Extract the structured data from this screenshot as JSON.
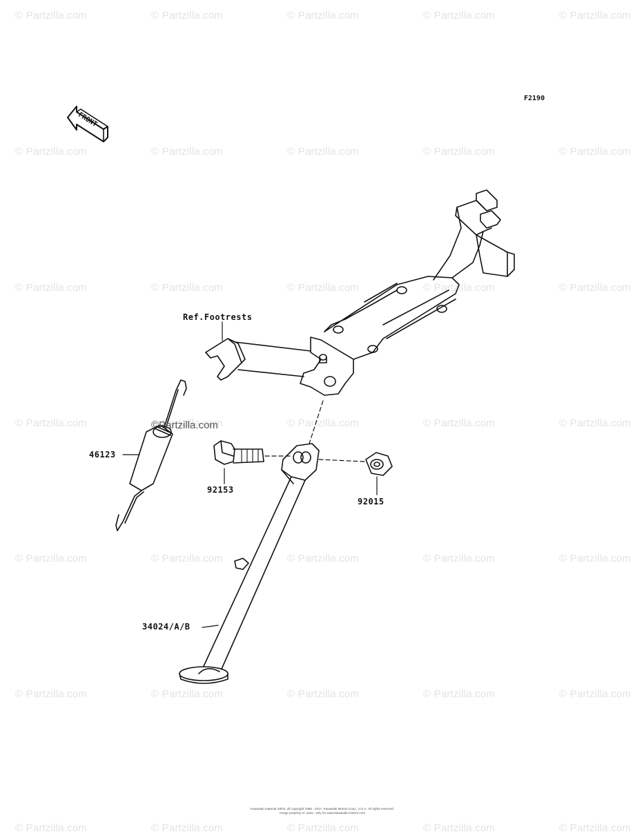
{
  "watermark": {
    "text": "© Partzilla.com"
  },
  "diagram": {
    "figure_code": "F2190",
    "front_arrow": {
      "text": "FRONT"
    },
    "reference_label": "Ref.Footrests",
    "center_watermark": "©Partzilla.com",
    "parts": [
      {
        "number": "46123"
      },
      {
        "number": "92153"
      },
      {
        "number": "92015"
      },
      {
        "number": "34024/A/B"
      }
    ],
    "footer": {
      "line1": "Kawasaki material within, all copyright 1995 - 2017, Kawasaki Motors Corp., U.S.A. All rights reserved.",
      "line2": "Image property of. www.: only for www.kawasaki-motors.com"
    }
  }
}
